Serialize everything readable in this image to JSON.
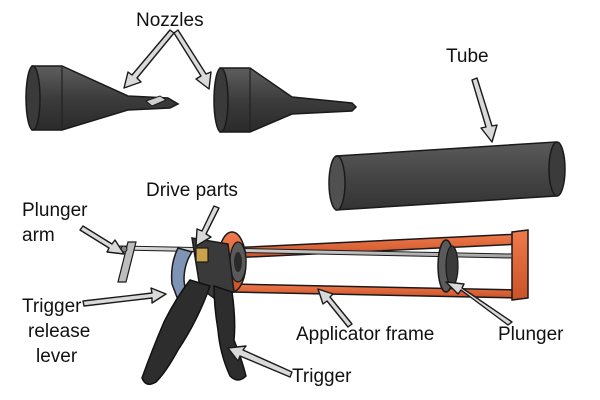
{
  "labels": {
    "nozzles": "Nozzles",
    "tube": "Tube",
    "drive_parts": "Drive parts",
    "plunger_arm_line1": "Plunger",
    "plunger_arm_line2": "arm",
    "trigger_release_line1": "Trigger",
    "trigger_release_line2": "release",
    "trigger_release_line3": "lever",
    "applicator_frame": "Applicator frame",
    "plunger": "Plunger",
    "trigger": "Trigger"
  },
  "colors": {
    "frame_orange": "#e0643a",
    "frame_outline": "#1a1a1a",
    "dark_grey": "#4a4a4a",
    "handle_black": "#2d2d2d",
    "release_blue": "#7f93b4",
    "arrow_fill": "#d9d9d9",
    "brass": "#c9a24a"
  },
  "icons": {
    "pointer": "arrow-icon"
  }
}
